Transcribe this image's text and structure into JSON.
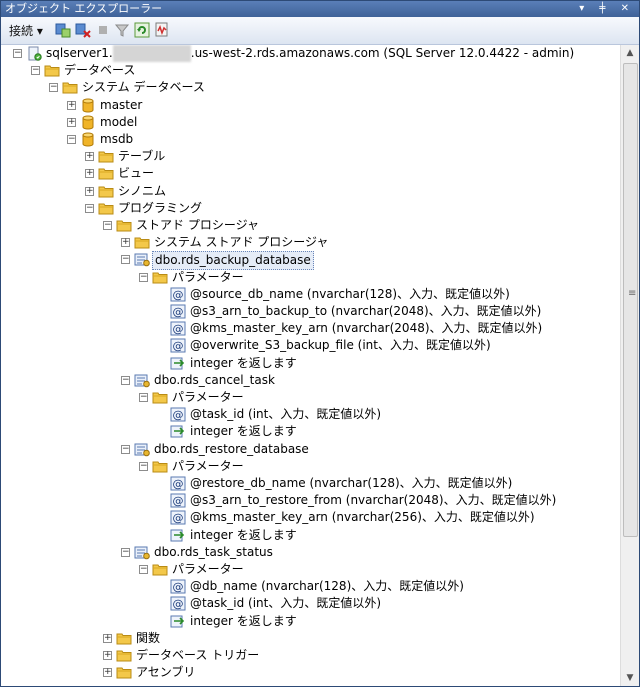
{
  "window": {
    "title": "オブジェクト エクスプローラー",
    "controls": "▾ ╪ ✕"
  },
  "toolbar": {
    "connect_label": "接続 ▾"
  },
  "colors": {
    "folder": "#e8b730",
    "db": "#e3a21a",
    "accent": "#3f6298"
  },
  "tree": [
    {
      "id": "server",
      "level": 0,
      "exp": "minus",
      "icon": "server-icon",
      "parts": [
        "sqlserver1.",
        "xxxxxxxxxxx",
        ".us-west-2.rds.amazonaws.com (SQL Server 12.0.4422 - admin)"
      ]
    },
    {
      "id": "databases",
      "level": 1,
      "exp": "minus",
      "icon": "folder-icon",
      "label": "データベース"
    },
    {
      "id": "system-databases",
      "level": 2,
      "exp": "minus",
      "icon": "folder-icon",
      "label": "システム データベース"
    },
    {
      "id": "master",
      "level": 3,
      "exp": "plus",
      "icon": "database-icon",
      "label": "master"
    },
    {
      "id": "model",
      "level": 3,
      "exp": "plus",
      "icon": "database-icon",
      "label": "model"
    },
    {
      "id": "msdb",
      "level": 3,
      "exp": "minus",
      "icon": "database-icon",
      "label": "msdb"
    },
    {
      "id": "tables",
      "level": 4,
      "exp": "plus",
      "icon": "folder-icon",
      "label": "テーブル"
    },
    {
      "id": "views",
      "level": 4,
      "exp": "plus",
      "icon": "folder-icon",
      "label": "ビュー"
    },
    {
      "id": "synonyms",
      "level": 4,
      "exp": "plus",
      "icon": "folder-icon",
      "label": "シノニム"
    },
    {
      "id": "programmability",
      "level": 4,
      "exp": "minus",
      "icon": "folder-icon",
      "label": "プログラミング"
    },
    {
      "id": "stored-procedures",
      "level": 5,
      "exp": "minus",
      "icon": "folder-icon",
      "label": "ストアド プロシージャ"
    },
    {
      "id": "system-stored-procedures",
      "level": 6,
      "exp": "plus",
      "icon": "folder-icon",
      "label": "システム ストアド プロシージャ"
    },
    {
      "id": "proc-backup",
      "level": 6,
      "exp": "minus",
      "icon": "procedure-icon",
      "label": "dbo.rds_backup_database",
      "selected": true
    },
    {
      "id": "params-backup",
      "level": 7,
      "exp": "minus",
      "icon": "folder-icon",
      "label": "パラメーター"
    },
    {
      "id": "p-source-db",
      "level": 8,
      "icon": "parameter-icon",
      "label": "@source_db_name (nvarchar(128)、入力、既定値以外)"
    },
    {
      "id": "p-s3-arn-backup",
      "level": 8,
      "icon": "parameter-icon",
      "label": "@s3_arn_to_backup_to (nvarchar(2048)、入力、既定値以外)"
    },
    {
      "id": "p-kms-backup",
      "level": 8,
      "icon": "parameter-icon",
      "label": "@kms_master_key_arn (nvarchar(2048)、入力、既定値以外)"
    },
    {
      "id": "p-overwrite",
      "level": 8,
      "icon": "parameter-icon",
      "label": "@overwrite_S3_backup_file (int、入力、既定値以外)"
    },
    {
      "id": "ret-backup",
      "level": 8,
      "icon": "return-icon",
      "label": "integer を返します"
    },
    {
      "id": "proc-cancel",
      "level": 6,
      "exp": "minus",
      "icon": "procedure-icon",
      "label": "dbo.rds_cancel_task"
    },
    {
      "id": "params-cancel",
      "level": 7,
      "exp": "minus",
      "icon": "folder-icon",
      "label": "パラメーター"
    },
    {
      "id": "p-task-id-cancel",
      "level": 8,
      "icon": "parameter-icon",
      "label": "@task_id (int、入力、既定値以外)"
    },
    {
      "id": "ret-cancel",
      "level": 8,
      "icon": "return-icon",
      "label": "integer を返します"
    },
    {
      "id": "proc-restore",
      "level": 6,
      "exp": "minus",
      "icon": "procedure-icon",
      "label": "dbo.rds_restore_database"
    },
    {
      "id": "params-restore",
      "level": 7,
      "exp": "minus",
      "icon": "folder-icon",
      "label": "パラメーター"
    },
    {
      "id": "p-restore-db",
      "level": 8,
      "icon": "parameter-icon",
      "label": "@restore_db_name (nvarchar(128)、入力、既定値以外)"
    },
    {
      "id": "p-s3-arn-restore",
      "level": 8,
      "icon": "parameter-icon",
      "label": "@s3_arn_to_restore_from (nvarchar(2048)、入力、既定値以外)"
    },
    {
      "id": "p-kms-restore",
      "level": 8,
      "icon": "parameter-icon",
      "label": "@kms_master_key_arn (nvarchar(256)、入力、既定値以外)"
    },
    {
      "id": "ret-restore",
      "level": 8,
      "icon": "return-icon",
      "label": "integer を返します"
    },
    {
      "id": "proc-status",
      "level": 6,
      "exp": "minus",
      "icon": "procedure-icon",
      "label": "dbo.rds_task_status"
    },
    {
      "id": "params-status",
      "level": 7,
      "exp": "minus",
      "icon": "folder-icon",
      "label": "パラメーター"
    },
    {
      "id": "p-db-name",
      "level": 8,
      "icon": "parameter-icon",
      "label": "@db_name (nvarchar(128)、入力、既定値以外)"
    },
    {
      "id": "p-task-id-status",
      "level": 8,
      "icon": "parameter-icon",
      "label": "@task_id (int、入力、既定値以外)"
    },
    {
      "id": "ret-status",
      "level": 8,
      "icon": "return-icon",
      "label": "integer を返します"
    },
    {
      "id": "functions",
      "level": 5,
      "exp": "plus",
      "icon": "folder-icon",
      "label": "関数"
    },
    {
      "id": "db-triggers",
      "level": 5,
      "exp": "plus",
      "icon": "folder-icon",
      "label": "データベース トリガー"
    },
    {
      "id": "assemblies",
      "level": 5,
      "exp": "plus",
      "icon": "folder-icon",
      "label": "アセンブリ"
    }
  ]
}
